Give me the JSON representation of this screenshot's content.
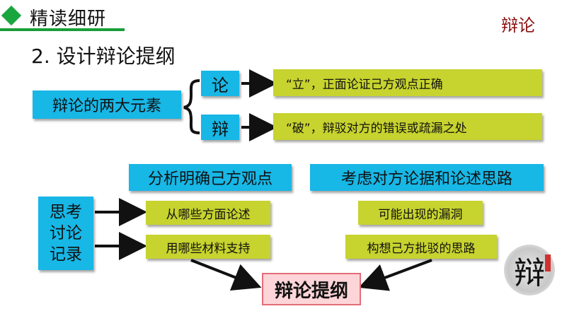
{
  "header": {
    "title": "精读细研",
    "topic": "辩论"
  },
  "subtitle": "2. 设计辩论提纲",
  "elements": {
    "label": "辩论的两大元素",
    "items": [
      {
        "key": "论",
        "desc": "“立”，正面论证己方观点正确"
      },
      {
        "key": "辩",
        "desc": "“破”，辩驳对方的错误或疏漏之处"
      }
    ]
  },
  "discussion": {
    "label_lines": [
      "思考",
      "讨论",
      "记录"
    ],
    "left_heading": "分析明确己方观点",
    "right_heading": "考虑对方论据和论述思路",
    "left_items": [
      "从哪些方面论述",
      "用哪些材料支持"
    ],
    "right_items": [
      "可能出现的漏洞",
      "构想己方批驳的思路"
    ]
  },
  "result": "辩论提纲",
  "seal": {
    "char": "辩"
  },
  "colors": {
    "cyan": "#17b7e6",
    "olive": "#c7d32e",
    "pink": "#fdd5d8",
    "green": "#1a9e38",
    "topic": "#8b1010"
  }
}
